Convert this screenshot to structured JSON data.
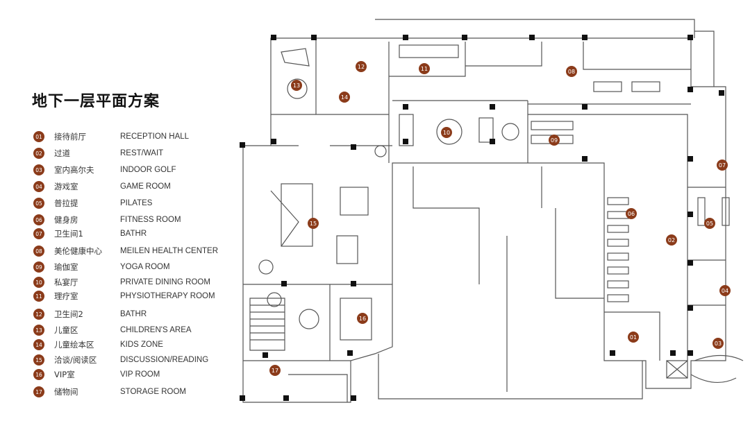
{
  "title": "地下一层平面方案",
  "legend": [
    {
      "num": "01",
      "zh": "接待前厅",
      "en": "RECEPTION HALL"
    },
    {
      "num": "02",
      "zh": "过道",
      "en": "REST/WAIT"
    },
    {
      "num": "03",
      "zh": "室内高尔夫",
      "en": "INDOOR GOLF"
    },
    {
      "num": "04",
      "zh": "游戏室",
      "en": "GAME ROOM"
    },
    {
      "num": "05",
      "zh": "普拉提",
      "en": "PILATES"
    },
    {
      "num": "06",
      "zh": "健身房",
      "en": "FITNESS ROOM"
    },
    {
      "num": "07",
      "zh": "卫生间1",
      "en": "BATHR"
    },
    {
      "num": "08",
      "zh": "美伦健康中心",
      "en": "MEILEN HEALTH CENTER"
    },
    {
      "num": "09",
      "zh": "瑜伽室",
      "en": "YOGA ROOM"
    },
    {
      "num": "10",
      "zh": "私宴厅",
      "en": "PRIVATE DINING ROOM"
    },
    {
      "num": "11",
      "zh": "理疗室",
      "en": "PHYSIOTHERAPY ROOM"
    },
    {
      "num": "12",
      "zh": "卫生间2",
      "en": "BATHR"
    },
    {
      "num": "13",
      "zh": "儿童区",
      "en": "CHILDREN'S AREA"
    },
    {
      "num": "14",
      "zh": "儿童绘本区",
      "en": "KIDS ZONE"
    },
    {
      "num": "15",
      "zh": "洽谈/阅读区",
      "en": "DISCUSSION/READING"
    },
    {
      "num": "16",
      "zh": "VIP室",
      "en": "VIP ROOM"
    },
    {
      "num": "17",
      "zh": "储物间",
      "en": "STORAGE ROOM"
    }
  ],
  "markers": [
    "01",
    "02",
    "03",
    "04",
    "05",
    "06",
    "07",
    "08",
    "09",
    "10",
    "11",
    "12",
    "13",
    "14",
    "15",
    "16",
    "17"
  ],
  "colors": {
    "marker": "#8b3b1a",
    "wall": "#555555",
    "column": "#111111"
  }
}
